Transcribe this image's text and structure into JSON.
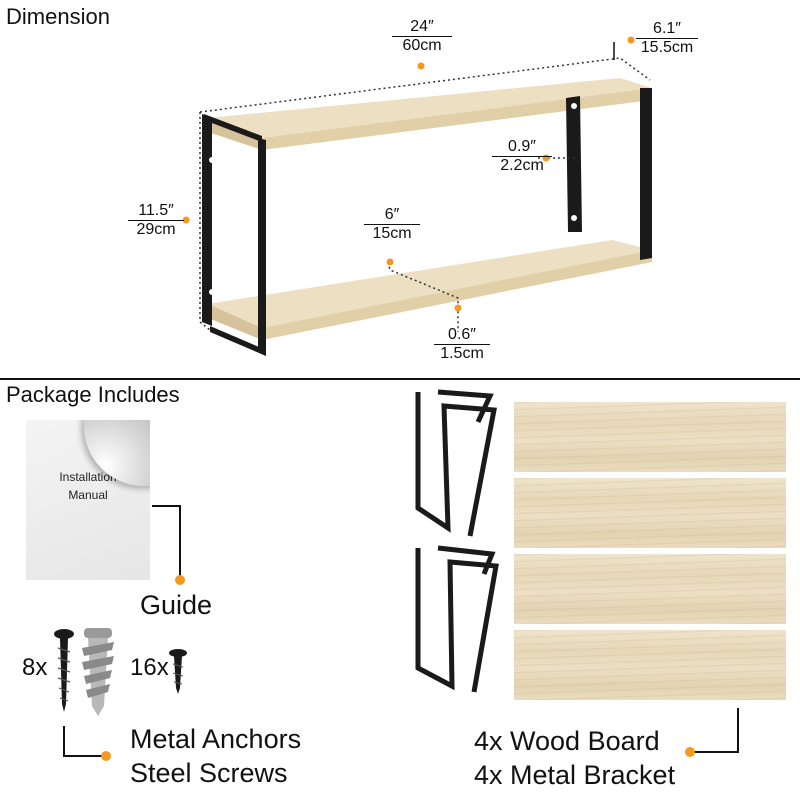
{
  "dimension": {
    "title": "Dimension",
    "width_in": "24″",
    "width_cm": "60cm",
    "depth_in": "6.1″",
    "depth_cm": "15.5cm",
    "thickness_in": "0.9″",
    "thickness_cm": "2.2cm",
    "height_in": "11.5″",
    "height_cm": "29cm",
    "board_depth_in": "6″",
    "board_depth_cm": "15cm",
    "board_thick_in": "0.6″",
    "board_thick_cm": "1.5cm"
  },
  "package": {
    "title": "Package Includes",
    "manual_text_line1": "Installation",
    "manual_text_line2": "Manual",
    "guide_label": "Guide",
    "anchor_count": "8x",
    "screw_count": "16x",
    "anchors_label": "Metal Anchors",
    "screws_label": "Steel Screws",
    "boards_label": "4x Wood Board",
    "brackets_label": "4x Metal Bracket"
  },
  "colors": {
    "accent": "#f39a1e",
    "wood": "#e8dabb",
    "metal": "#1a1a1a"
  }
}
